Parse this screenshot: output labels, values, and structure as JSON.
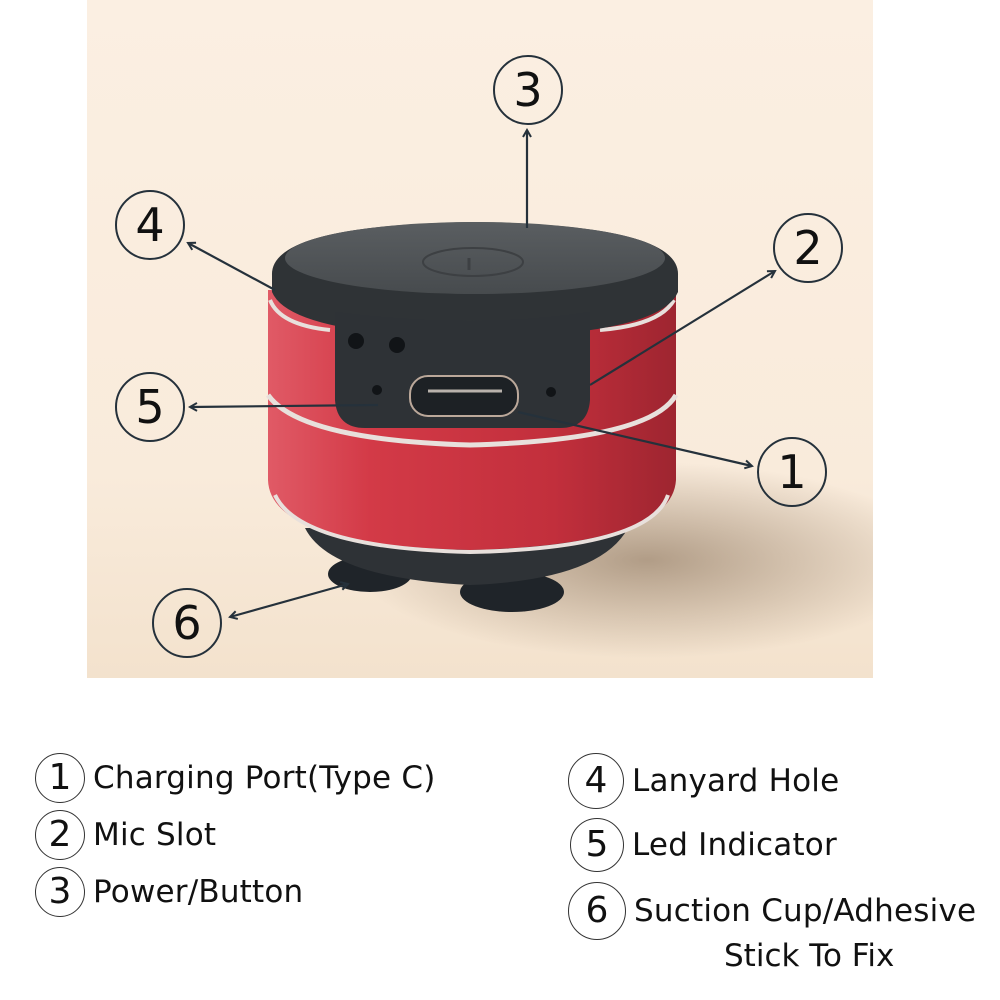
{
  "figure": {
    "subject": "Red portable mini speaker with black top and base",
    "colors": {
      "background": "#f9ecdd",
      "speaker_body": "#c4323e",
      "speaker_cap": "#3a3d40",
      "arrow": "#25313b",
      "chrome_ring": "#e8e0dc"
    }
  },
  "callouts": [
    {
      "number": "3",
      "target": "power-button"
    },
    {
      "number": "4",
      "target": "lanyard-hole"
    },
    {
      "number": "2",
      "target": "mic-slot"
    },
    {
      "number": "5",
      "target": "led-indicator"
    },
    {
      "number": "1",
      "target": "charging-port"
    },
    {
      "number": "6",
      "target": "suction-cup"
    }
  ],
  "legend": {
    "left": [
      {
        "number": "1",
        "label": "Charging Port(Type C)"
      },
      {
        "number": "2",
        "label": "Mic Slot"
      },
      {
        "number": "3",
        "label": "Power/Button"
      }
    ],
    "right": [
      {
        "number": "4",
        "label": "Lanyard Hole"
      },
      {
        "number": "5",
        "label": "Led Indicator"
      },
      {
        "number": "6",
        "label": "Suction Cup/Adhesive",
        "label_line2": "Stick To Fix"
      }
    ]
  }
}
